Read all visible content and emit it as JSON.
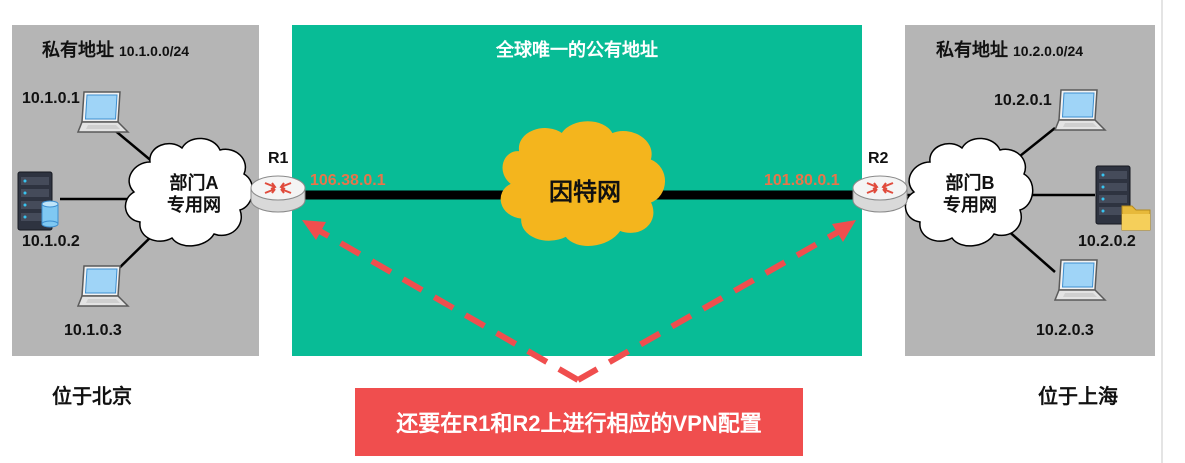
{
  "left_zone": {
    "title": "私有地址",
    "subnet": "10.1.0.0/24",
    "department": [
      "部门A",
      "专用网"
    ],
    "hosts": [
      "10.1.0.1",
      "10.1.0.2",
      "10.1.0.3"
    ],
    "location": "位于北京"
  },
  "right_zone": {
    "title": "私有地址",
    "subnet": "10.2.0.0/24",
    "department": [
      "部门B",
      "专用网"
    ],
    "hosts": [
      "10.2.0.1",
      "10.2.0.2",
      "10.2.0.3"
    ],
    "location": "位于上海"
  },
  "public_zone": {
    "title": "全球唯一的公有地址",
    "internet_label": "因特网",
    "r1_ip": "106.38.0.1",
    "r2_ip": "101.80.0.1"
  },
  "routers": {
    "r1": "R1",
    "r2": "R2"
  },
  "callout": "还要在R1和R2上进行相应的VPN配置",
  "colors": {
    "gray_zone": "#b5b5b5",
    "green_zone": "#08bc96",
    "cloud_internet": "#f4b51d",
    "callout": "#f04e4e",
    "dashed_arrow": "#f04e4e",
    "wan_ip_text": "#e8754a"
  },
  "icons": [
    "laptop-icon",
    "server-icon",
    "database-icon",
    "folder-icon",
    "router-icon",
    "cloud-icon"
  ]
}
